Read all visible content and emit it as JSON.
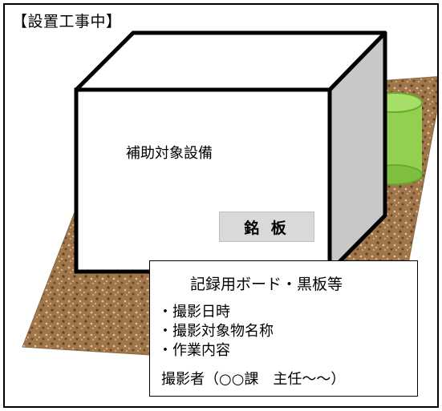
{
  "title": "【設置工事中】",
  "equipment_label": "補助対象設備",
  "nameplate_label": "銘 板",
  "board": {
    "title": "記録用ボード・黒板等",
    "items": [
      "・撮影日時",
      "・撮影対象物名称",
      "・作業内容"
    ],
    "photographer": "撮影者（○○課　主任〜〜）"
  },
  "colors": {
    "ground": "#a0764a",
    "cylinder": "#92d050",
    "box_side": "#c8c8c8",
    "nameplate": "#d9d9d9"
  }
}
